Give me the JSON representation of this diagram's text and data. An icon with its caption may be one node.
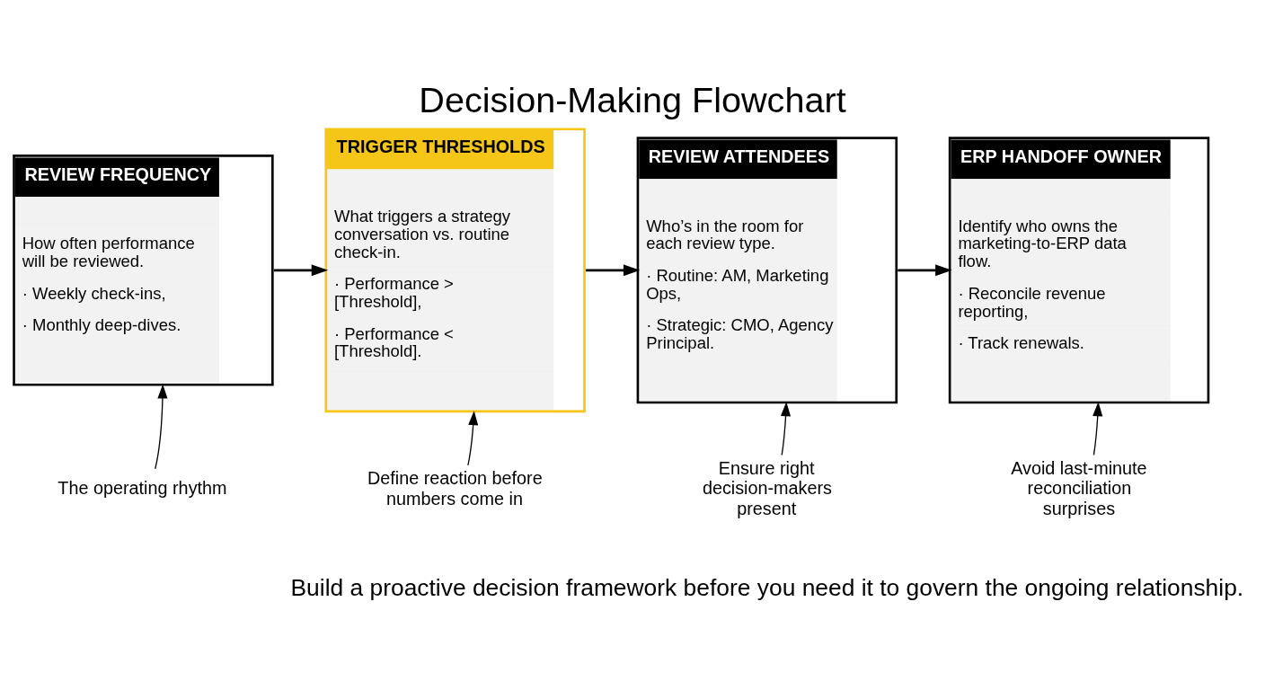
{
  "diagram": {
    "title": "Decision-Making Flowchart",
    "caption": "Build a proactive decision framework before you need it to govern the ongoing relationship.",
    "nodes": [
      {
        "text": [
          "REVIEW FREQUENCY",
          "How often performance will be reviewed.",
          "· Weekly check-ins,",
          "· Monthly deep-dives."
        ]
      },
      {
        "text": [
          "TRIGGER THRESHOLDS",
          "What triggers a strategy conversation vs. routine check-in.",
          "· Performance > [Threshold],",
          "· Performance < [Threshold]."
        ]
      },
      {
        "text": [
          "REVIEW ATTENDEES",
          "Who’s in the room for each review type.",
          "· Routine: AM, Marketing Ops,",
          "· Strategic: CMO, Agency Principal."
        ]
      },
      {
        "text": [
          "ERP HANDOFF OWNER",
          "Identify who owns the marketing-to-ERP data flow.",
          "· Reconcile revenue reporting,",
          "· Track renewals."
        ]
      },
      {
        "text": [
          "The operating rhythm"
        ]
      },
      {
        "text": [
          "Define reaction before numbers come in"
        ]
      },
      {
        "text": [
          "Ensure right decision-makers present"
        ]
      },
      {
        "text": [
          "Avoid last-minute reconciliation surprises"
        ]
      }
    ],
    "edges": [
      {
        "from": 0,
        "to": 1,
        "arrow": "to"
      },
      {
        "from": 1,
        "to": 2,
        "arrow": "to"
      },
      {
        "from": 2,
        "to": 3,
        "arrow": "to"
      },
      {
        "from": 4,
        "to": 0,
        "arrow": "to"
      },
      {
        "from": 5,
        "to": 1,
        "arrow": "to"
      },
      {
        "from": 6,
        "to": 2,
        "arrow": "to"
      },
      {
        "from": 7,
        "to": 3,
        "arrow": "to"
      }
    ]
  }
}
